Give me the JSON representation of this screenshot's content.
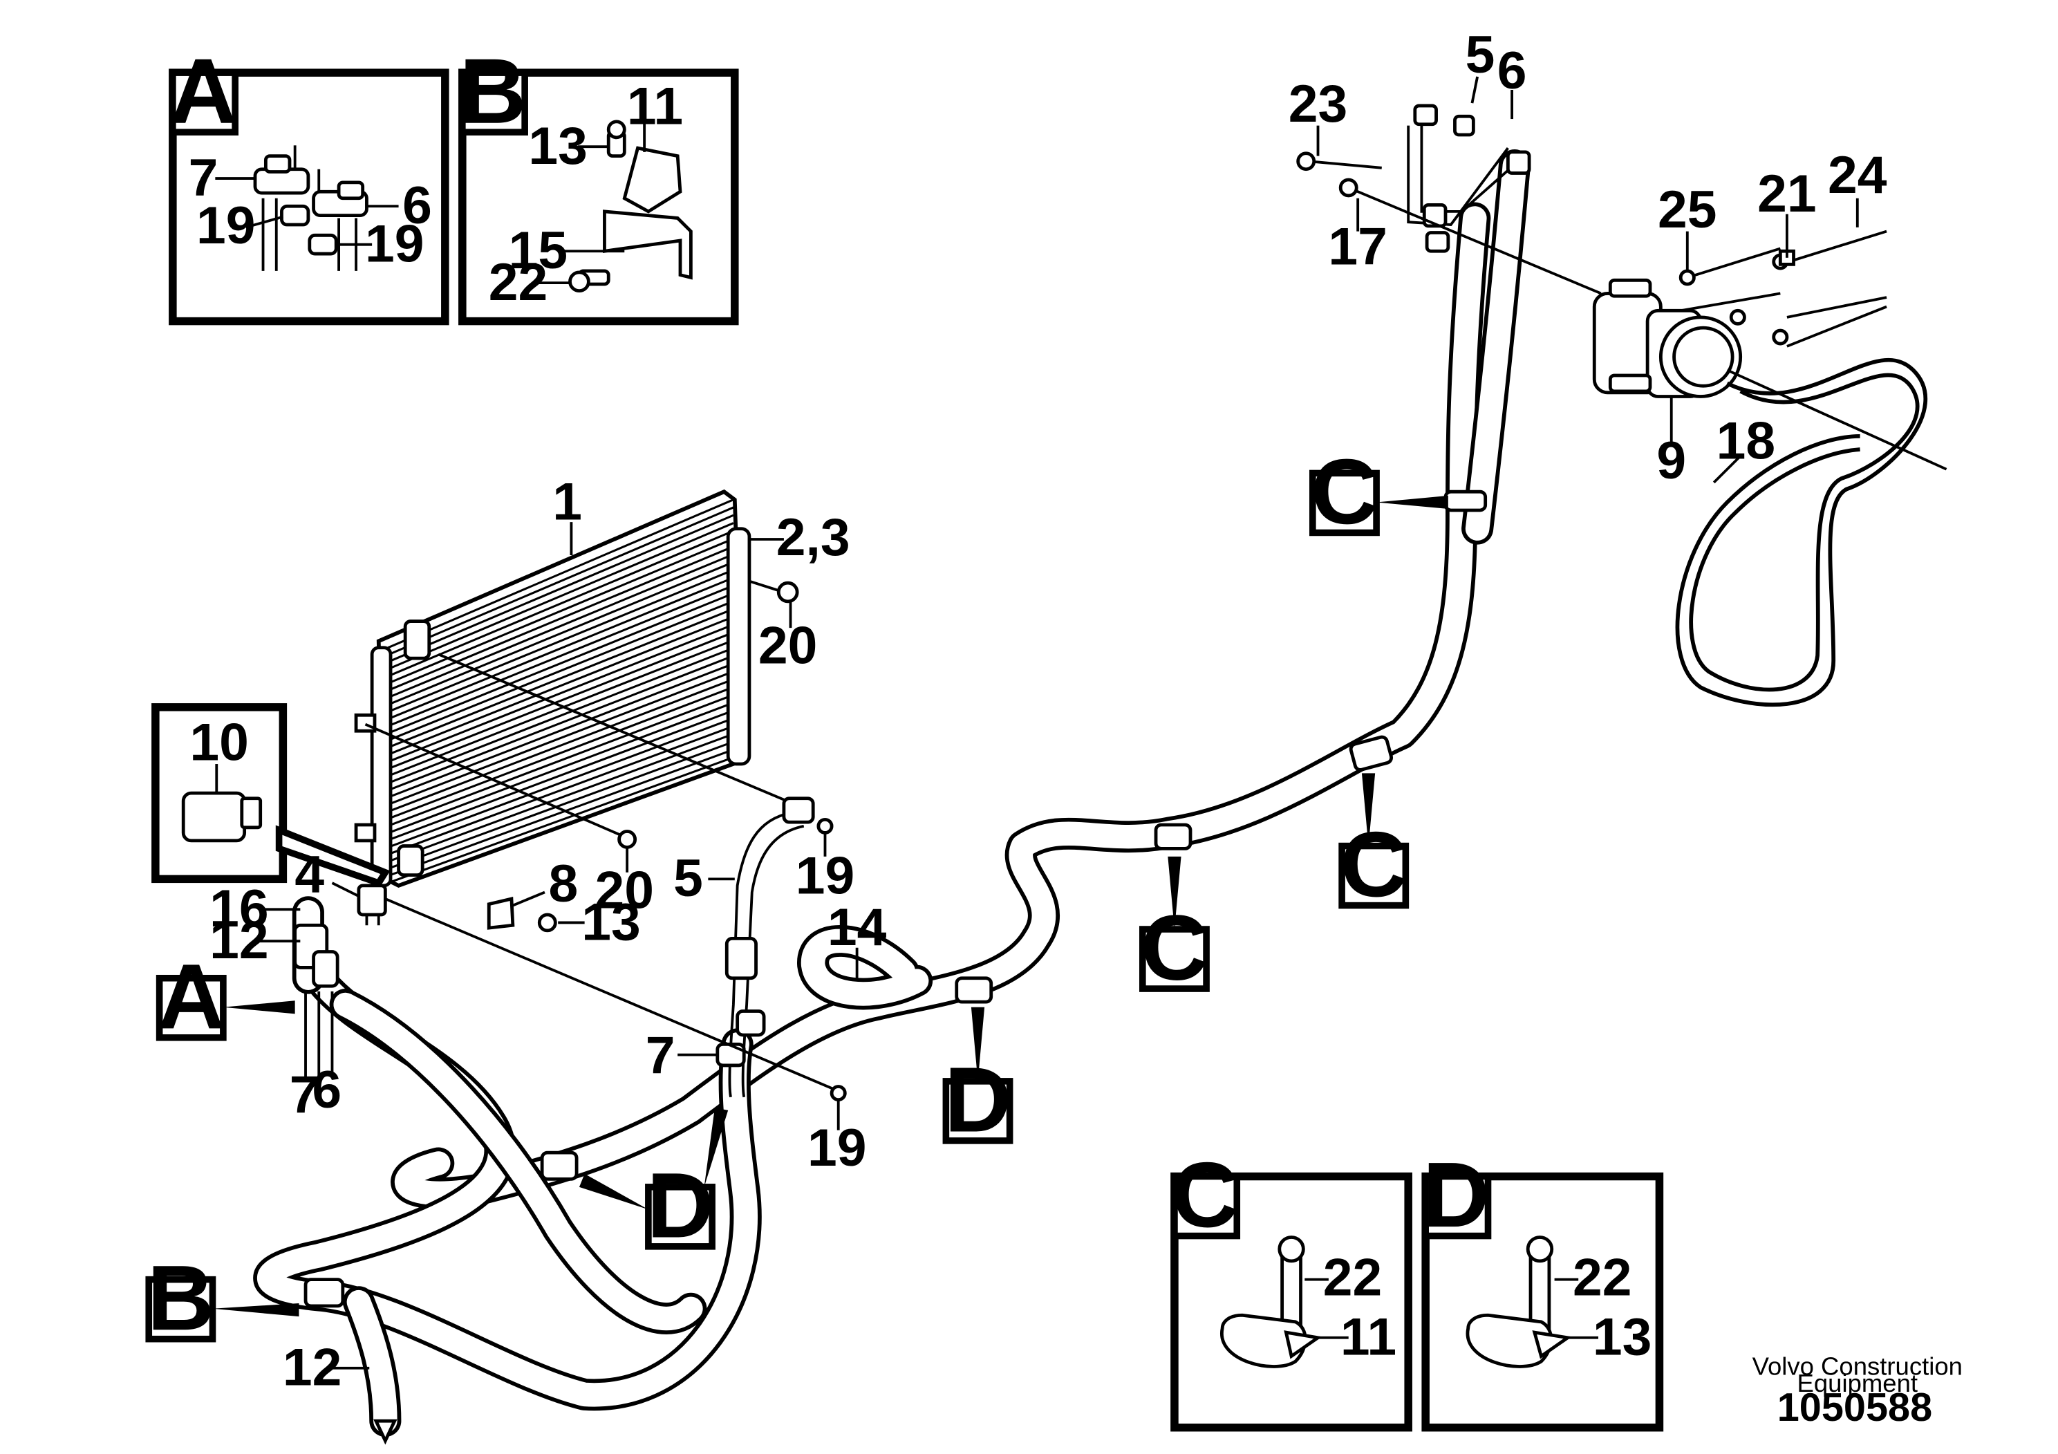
{
  "labels": {
    "p1": "1",
    "p23": "2,3",
    "p4": "4",
    "p5a": "5",
    "p5b": "5",
    "p6a": "6",
    "p6b": "6",
    "p6c": "6",
    "p7a": "7",
    "p7b": "7",
    "p7c": "7",
    "p8": "8",
    "p9": "9",
    "p10": "10",
    "p11a": "11",
    "p11b": "11",
    "p12a": "12",
    "p12b": "12",
    "p13a": "13",
    "p13b": "13",
    "p13c": "13",
    "p14": "14",
    "p15": "15",
    "p16": "16",
    "p17": "17",
    "p18": "18",
    "p19a": "19",
    "p19b": "19",
    "p19c": "19",
    "p19d": "19",
    "p20a": "20",
    "p20b": "20",
    "p21": "21",
    "p22a": "22",
    "p22b": "22",
    "p22c": "22",
    "p23b": "23",
    "p24": "24",
    "p25": "25"
  },
  "detail_refs": {
    "a": "A",
    "b": "B",
    "c": "C",
    "d": "D"
  },
  "insets": {
    "a_title": "A",
    "b_title": "B",
    "c_title": "C",
    "d_title": "D"
  },
  "footer": {
    "company_line1": "Volvo Construction",
    "company_line2": "Equipment",
    "doc_number": "1050588"
  }
}
